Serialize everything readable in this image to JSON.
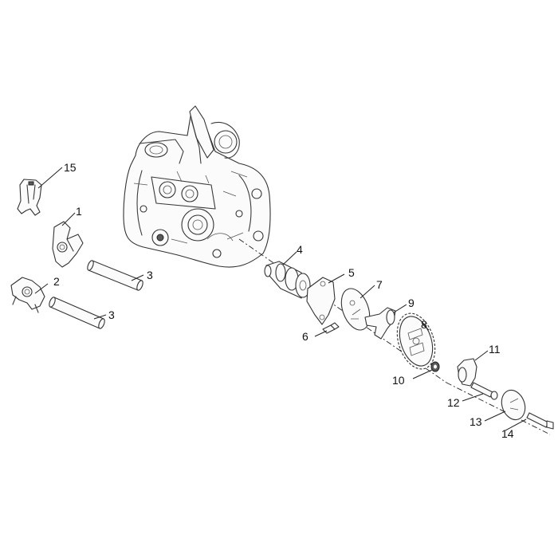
{
  "callouts": {
    "c15": "15",
    "c1": "1",
    "c2": "2",
    "c3a": "3",
    "c3b": "3",
    "c4": "4",
    "c5": "5",
    "c6": "6",
    "c7": "7",
    "c8": "8",
    "c9": "9",
    "c10": "10",
    "c11": "11",
    "c12": "12",
    "c13": "13",
    "c14": "14"
  }
}
